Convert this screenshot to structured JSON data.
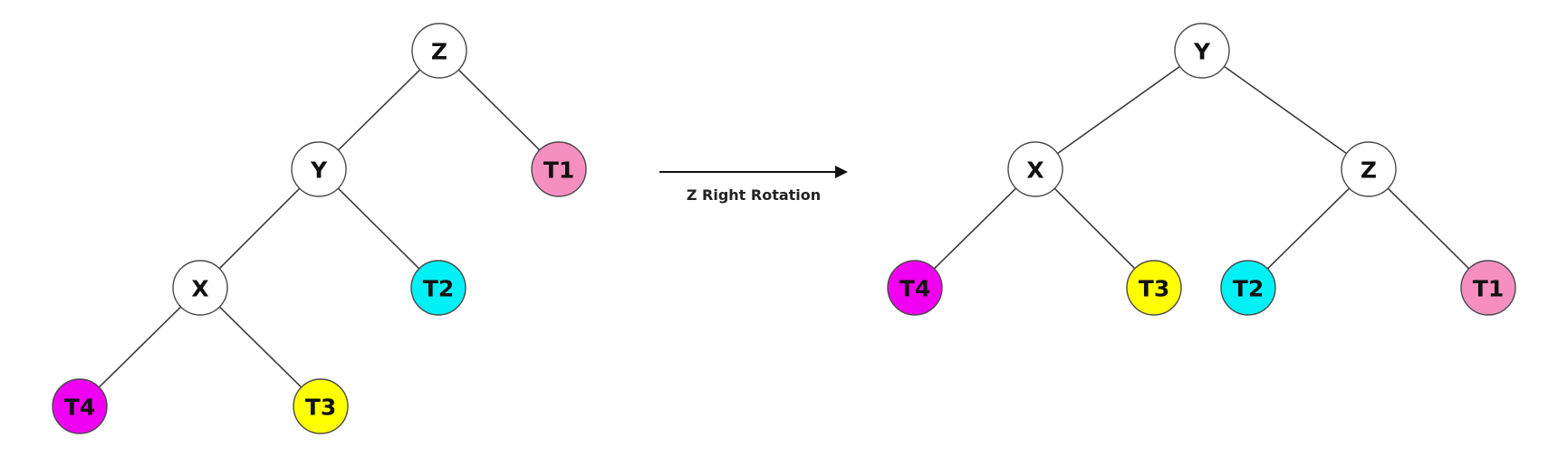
{
  "caption": "Z Right Rotation",
  "before_tree": {
    "nodes": [
      {
        "id": "Z",
        "label": "Z",
        "fill": "#ffffff"
      },
      {
        "id": "Y",
        "label": "Y",
        "fill": "#ffffff"
      },
      {
        "id": "T1",
        "label": "T1",
        "fill": "#f48fbf"
      },
      {
        "id": "X",
        "label": "X",
        "fill": "#ffffff"
      },
      {
        "id": "T2",
        "label": "T2",
        "fill": "#00f0f5"
      },
      {
        "id": "T4",
        "label": "T4",
        "fill": "#f000f0"
      },
      {
        "id": "T3",
        "label": "T3",
        "fill": "#ffff00"
      }
    ],
    "edges": [
      [
        "Z",
        "Y"
      ],
      [
        "Z",
        "T1"
      ],
      [
        "Y",
        "X"
      ],
      [
        "Y",
        "T2"
      ],
      [
        "X",
        "T4"
      ],
      [
        "X",
        "T3"
      ]
    ]
  },
  "after_tree": {
    "nodes": [
      {
        "id": "Y",
        "label": "Y",
        "fill": "#ffffff"
      },
      {
        "id": "X",
        "label": "X",
        "fill": "#ffffff"
      },
      {
        "id": "Z",
        "label": "Z",
        "fill": "#ffffff"
      },
      {
        "id": "T4",
        "label": "T4",
        "fill": "#f000f0"
      },
      {
        "id": "T3",
        "label": "T3",
        "fill": "#ffff00"
      },
      {
        "id": "T2",
        "label": "T2",
        "fill": "#00f0f5"
      },
      {
        "id": "T1",
        "label": "T1",
        "fill": "#f48fbf"
      }
    ],
    "edges": [
      [
        "Y",
        "X"
      ],
      [
        "Y",
        "Z"
      ],
      [
        "X",
        "T4"
      ],
      [
        "X",
        "T3"
      ],
      [
        "Z",
        "T2"
      ],
      [
        "Z",
        "T1"
      ]
    ]
  }
}
